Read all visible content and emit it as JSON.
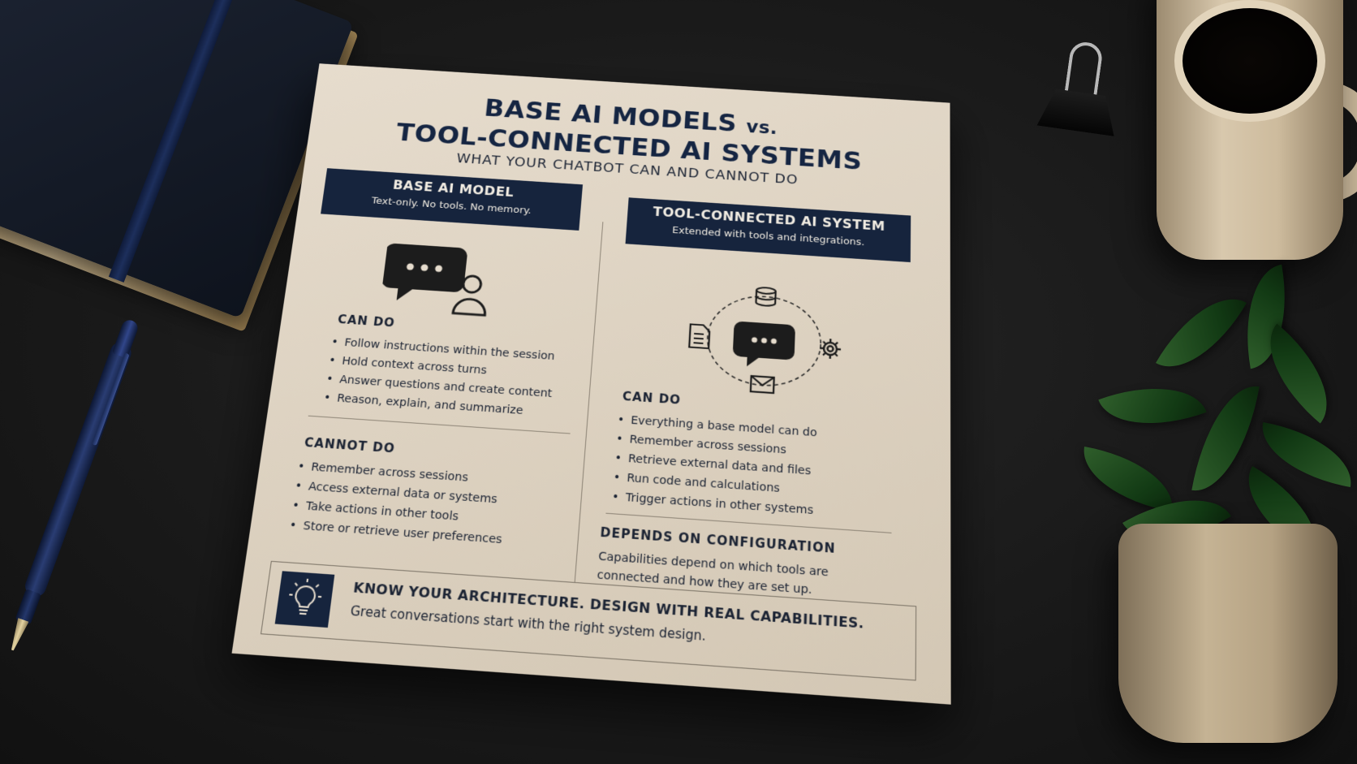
{
  "poster": {
    "title_line1": "BASE AI MODELS",
    "title_vs": "vs.",
    "title_line2": "TOOL-CONNECTED AI SYSTEMS",
    "subtitle": "WHAT YOUR CHATBOT CAN AND CANNOT DO",
    "left": {
      "heading": "BASE AI MODEL",
      "subheading": "Text-only. No tools. No memory.",
      "icon": "chat-bubble-user-icon",
      "can_do_title": "CAN DO",
      "can_do": [
        "Follow instructions within the session",
        "Hold context across turns",
        "Answer questions and create content",
        "Reason, explain, and summarize"
      ],
      "cannot_do_title": "CANNOT DO",
      "cannot_do": [
        "Remember across sessions",
        "Access external data or systems",
        "Take actions in other tools",
        "Store or retrieve user preferences"
      ]
    },
    "right": {
      "heading": "TOOL-CONNECTED AI SYSTEM",
      "subheading": "Extended with tools and integrations.",
      "icon": "chat-hub-tools-icon",
      "can_do_title": "CAN DO",
      "can_do": [
        "Everything a base model can do",
        "Remember across sessions",
        "Retrieve external data and files",
        "Run code and calculations",
        "Trigger actions in other systems"
      ],
      "depends_title": "DEPENDS ON CONFIGURATION",
      "depends_text": "Capabilities depend on which tools are connected and how they are set up."
    },
    "footer": {
      "icon": "lightbulb-icon",
      "headline": "KNOW YOUR ARCHITECTURE. DESIGN WITH REAL CAPABILITIES.",
      "tagline": "Great conversations start with the right system design."
    }
  },
  "colors": {
    "navy": "#16243d",
    "paper": "#ddd2c1",
    "desk": "#1a1a1a"
  }
}
